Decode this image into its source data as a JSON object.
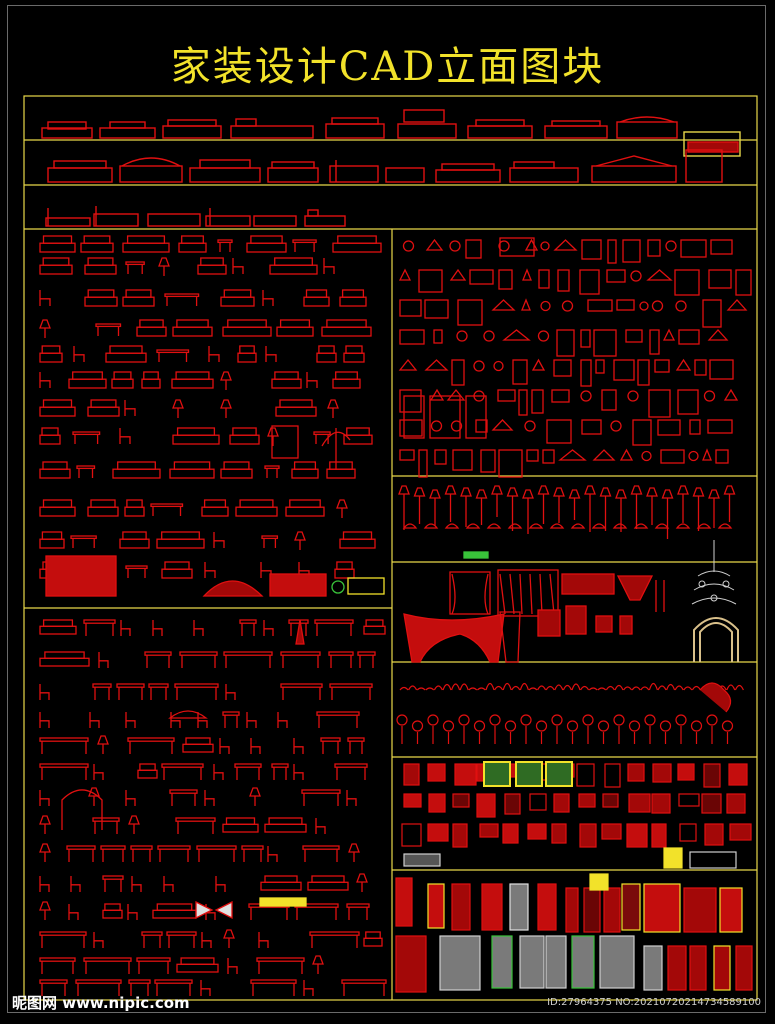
{
  "sheet": {
    "title": "家装设计CAD立面图块",
    "watermark_site": "昵图网 www.nipic.com",
    "watermark_id": "ID:27964375 NO:20210720214734589100"
  },
  "colors": {
    "background": "#000000",
    "frame": "#e8d84a",
    "block_red": "#e01010",
    "block_dark_red": "#a30808",
    "title": "#f2e22a"
  },
  "icons": [
    "sofa-elevation-icon",
    "table-elevation-icon",
    "chair-elevation-icon",
    "lamp-elevation-icon",
    "curtain-elevation-icon",
    "door-elevation-icon",
    "chandelier-icon",
    "plant-icon"
  ]
}
